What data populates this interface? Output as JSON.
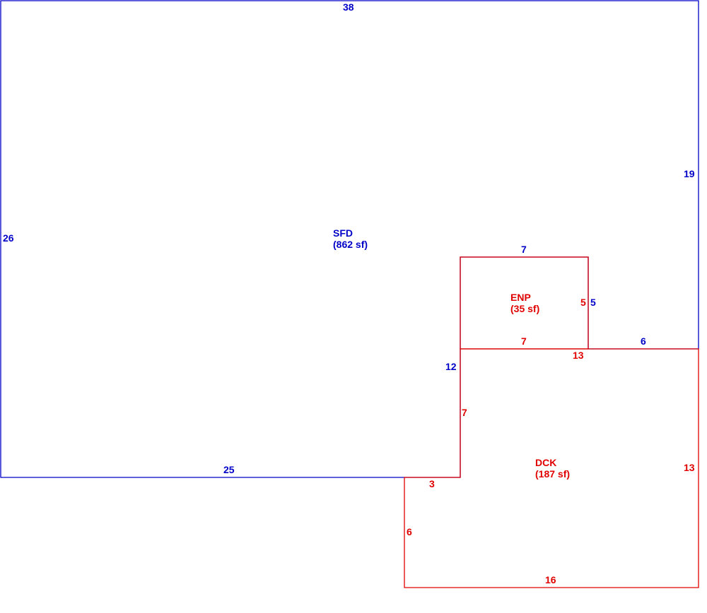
{
  "colors": {
    "house": "#0000c8",
    "addition": "#e00000"
  },
  "areas": {
    "sfd": {
      "name": "SFD",
      "size": "(862 sf)"
    },
    "enp": {
      "name": "ENP",
      "size": "(35 sf)"
    },
    "dck": {
      "name": "DCK",
      "size": "(187 sf)"
    }
  },
  "dimensions": {
    "sfd": {
      "top": "38",
      "right": "19",
      "left": "26",
      "bottom": "25",
      "inner_vertical": "12",
      "ledge": "6",
      "enp_top": "7",
      "enp_side": "5"
    },
    "enp": {
      "side": "5",
      "bottom": "7"
    },
    "dck": {
      "top": "13",
      "right": "13",
      "bottom": "16",
      "left": "6",
      "step": "3",
      "inner_vertical": "7"
    }
  }
}
